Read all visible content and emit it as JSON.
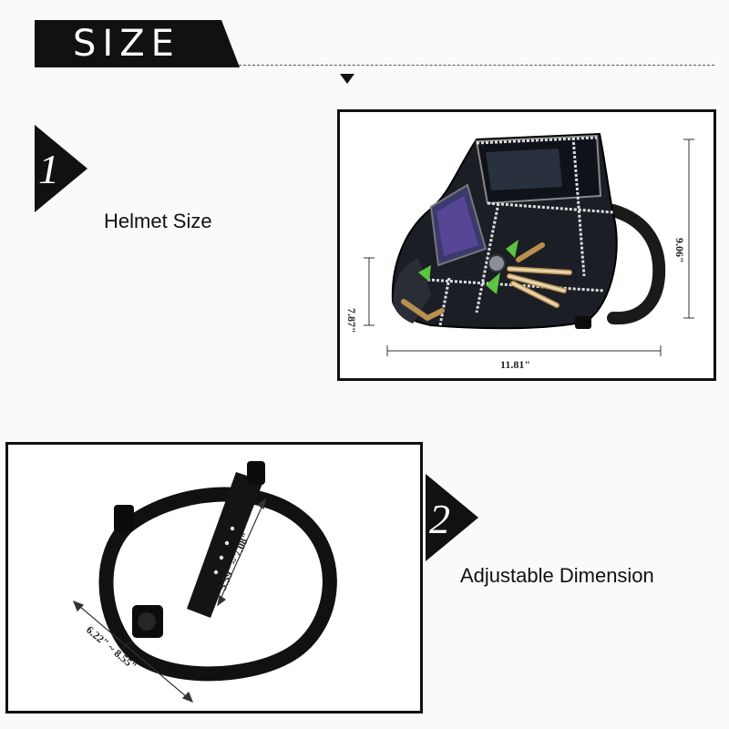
{
  "header": {
    "title": "SIZE"
  },
  "section1": {
    "number": "1",
    "label": "Helmet Size",
    "dimensions": {
      "height": "9.06\"",
      "width": "11.81\"",
      "depth": "7.87\""
    },
    "icon": "welding-helmet-image"
  },
  "section2": {
    "number": "2",
    "label": "Adjustable Dimension",
    "dimensions": {
      "top_range": "5.59\" ~ 7.08\"",
      "circumference_range": "6.22\" ~ 8.55\""
    },
    "icon": "headband-image"
  },
  "colors": {
    "badge": "#111111",
    "frame": "#111111",
    "background": "#fafafa"
  }
}
